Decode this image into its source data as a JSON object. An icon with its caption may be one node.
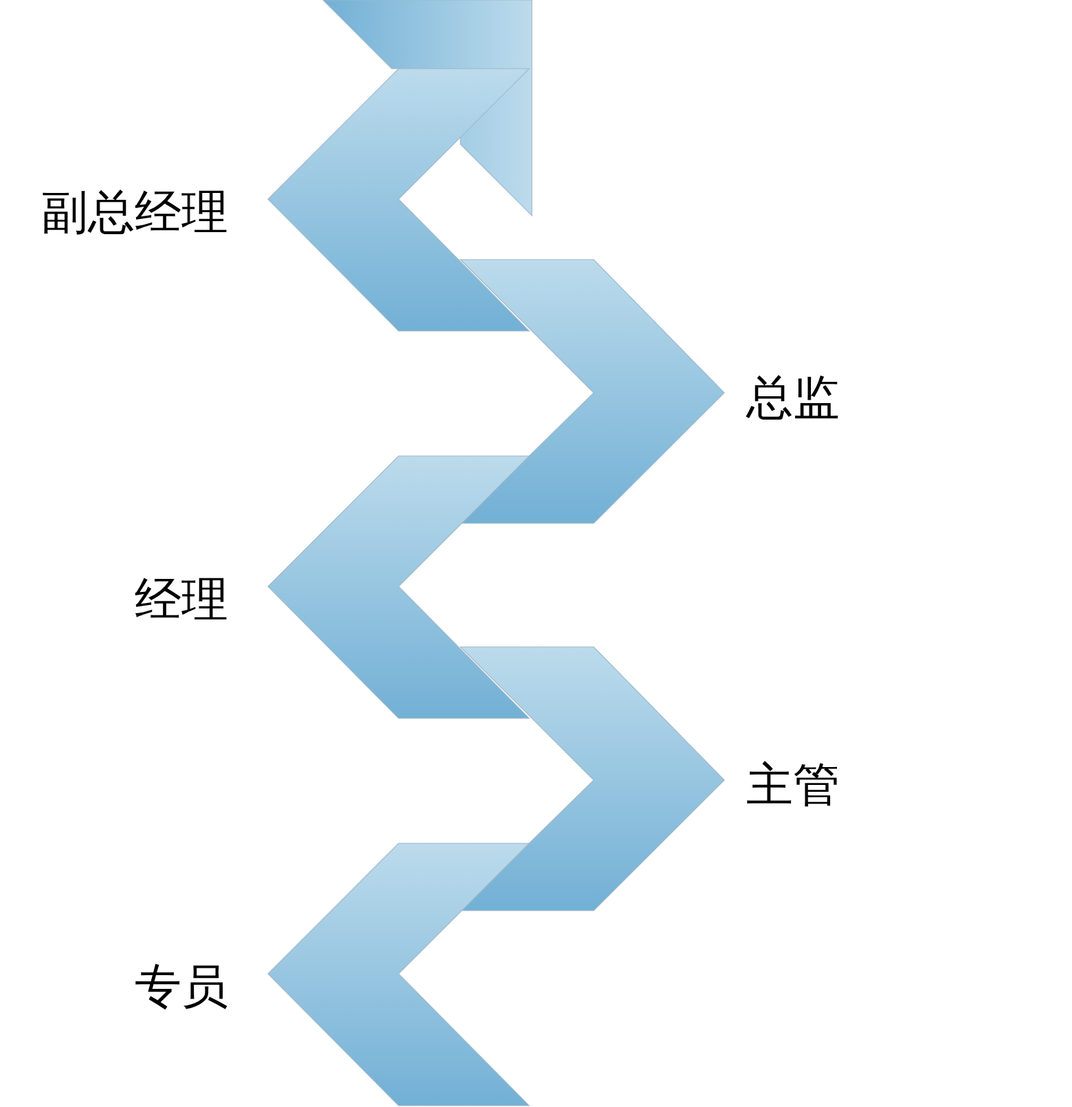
{
  "diagram": {
    "labels": [
      "副总经理",
      "总监",
      "经理",
      "主管",
      "专员"
    ]
  }
}
